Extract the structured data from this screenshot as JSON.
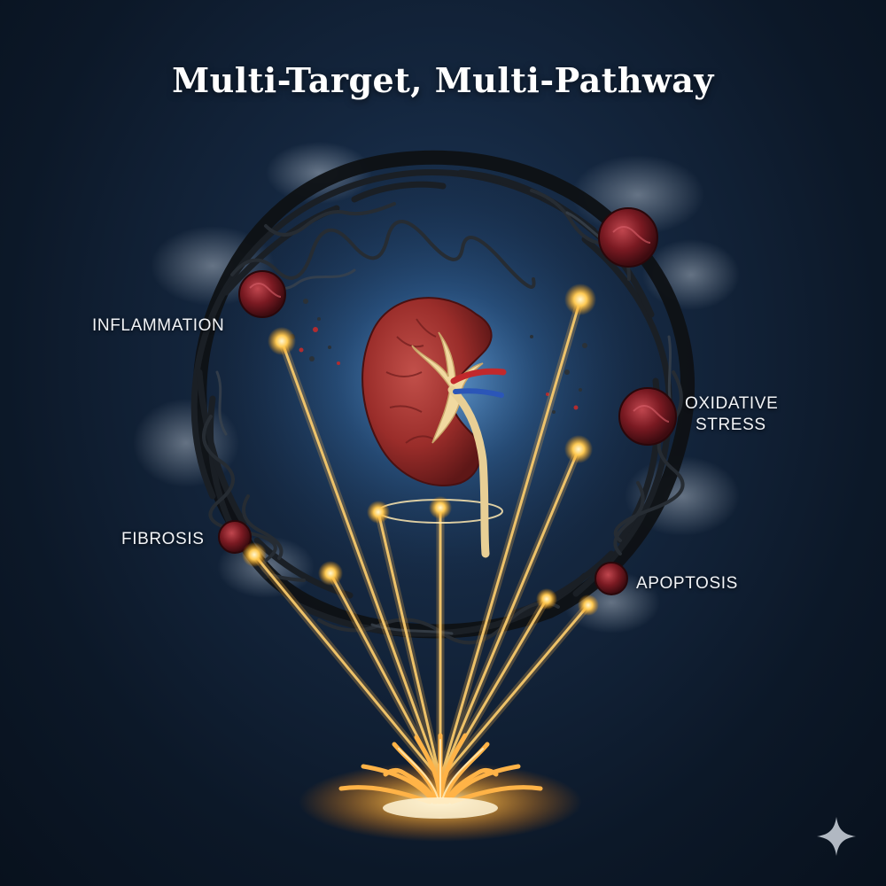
{
  "title": "Multi-Target, Multi-Pathway",
  "labels": {
    "inflammation": "INFLAMMATION",
    "oxidative_stress_line1": "OXIDATIVE",
    "oxidative_stress_line2": "STRESS",
    "fibrosis": "FIBROSIS",
    "apoptosis": "APOPTOSIS"
  },
  "icons": {
    "central": "kidney-icon",
    "source": "cordyceps-fungus-icon",
    "corner": "sparkle-icon"
  },
  "colors": {
    "background": "#0d1a2b",
    "beam": "#ffd77a",
    "kidney": "#9a2d2a",
    "cell": "#7a1a22",
    "tangle": "#111418"
  }
}
